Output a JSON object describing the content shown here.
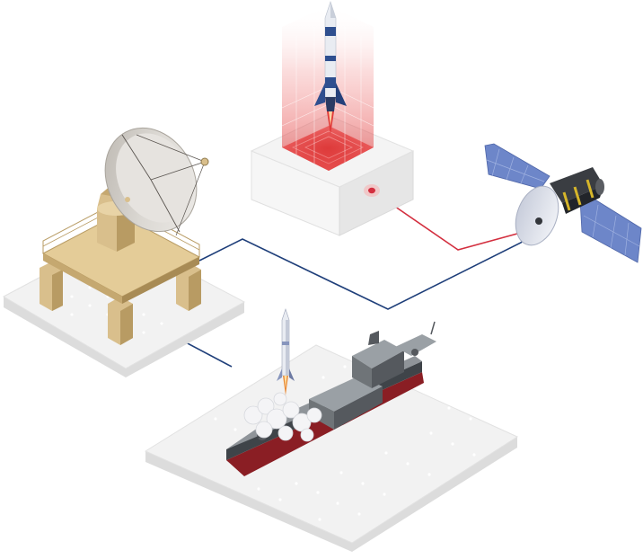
{
  "diagram": {
    "nodes": [
      {
        "id": "ground-station",
        "label": "",
        "icon": "radar-dish-icon"
      },
      {
        "id": "launch-pad",
        "label": "",
        "icon": "rocket-icon"
      },
      {
        "id": "satellite",
        "label": "",
        "icon": "satellite-icon"
      },
      {
        "id": "naval-ship",
        "label": "",
        "icon": "warship-icon"
      }
    ],
    "links": [
      {
        "from": "launch-pad",
        "to": "satellite",
        "color": "#d32f3f"
      },
      {
        "from": "ground-station",
        "to": "satellite",
        "color": "#1f3f7a"
      },
      {
        "from": "ground-station",
        "to": "naval-ship",
        "color": "#1f3f7a"
      }
    ]
  },
  "colors": {
    "platform_top": "#f2f2f2",
    "platform_side": "#dcdcdc",
    "platform_edge": "#c8c8c8",
    "dish_tan": "#d9bf8c",
    "dish_tan_dark": "#b89b63",
    "dish_white": "#e8e6e3",
    "rocket_navy": "#2f4f8f",
    "rocket_white": "#e9ecf2",
    "glow_red": "#e03a3a",
    "satellite_panel": "#6d86c9",
    "satellite_gold": "#d6b62a",
    "ship_gray": "#6f7478",
    "ship_dark": "#3f4449",
    "ship_red": "#8a1e24",
    "smoke": "#f4f4f6"
  }
}
